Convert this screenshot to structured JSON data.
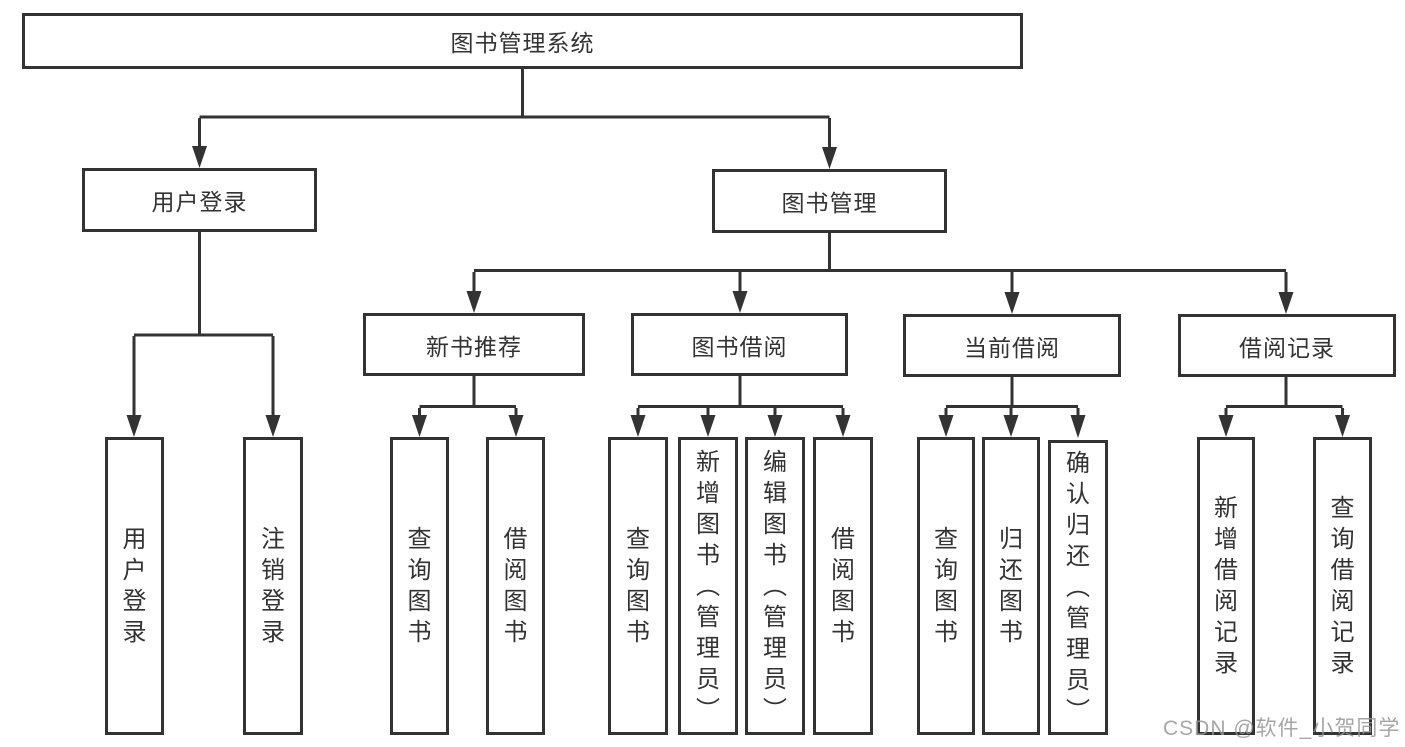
{
  "diagram": {
    "type": "hierarchy-tree",
    "root": {
      "label": "图书管理系统",
      "children": [
        {
          "label": "用户登录",
          "children": [
            {
              "label": "用户登录"
            },
            {
              "label": "注销登录"
            }
          ]
        },
        {
          "label": "图书管理",
          "children": [
            {
              "label": "新书推荐",
              "children": [
                {
                  "label": "查询图书"
                },
                {
                  "label": "借阅图书"
                }
              ]
            },
            {
              "label": "图书借阅",
              "children": [
                {
                  "label": "查询图书"
                },
                {
                  "label": "新增图书（管理员）"
                },
                {
                  "label": "编辑图书（管理员）"
                },
                {
                  "label": "借阅图书"
                }
              ]
            },
            {
              "label": "当前借阅",
              "children": [
                {
                  "label": "查询图书"
                },
                {
                  "label": "归还图书"
                },
                {
                  "label": "确认归还（管理员）"
                }
              ]
            },
            {
              "label": "借阅记录",
              "children": [
                {
                  "label": "新增借阅记录"
                },
                {
                  "label": "查询借阅记录"
                }
              ]
            }
          ]
        }
      ]
    }
  },
  "watermark": {
    "text": "CSDN @软件_小贺同学"
  },
  "colors": {
    "line": "#333333",
    "box_border": "#333333",
    "text": "#333333",
    "watermark": "#969696",
    "background": "#ffffff"
  }
}
